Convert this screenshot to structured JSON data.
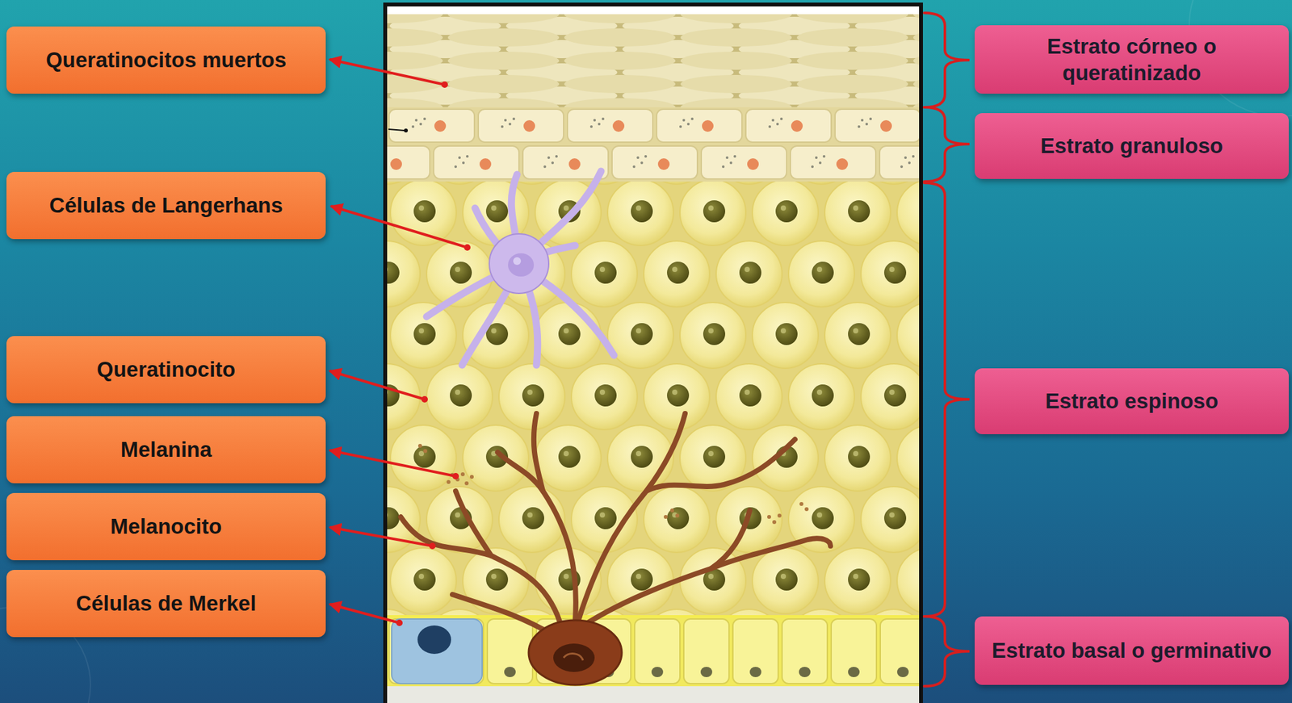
{
  "diagram": {
    "nodes": [
      {
        "text": [
          "Queratinocitos muertos"
        ]
      },
      {
        "text": [
          "Células de Langerhans"
        ]
      },
      {
        "text": [
          "Queratinocito"
        ]
      },
      {
        "text": [
          "Melanina"
        ]
      },
      {
        "text": [
          "Melanocito"
        ]
      },
      {
        "text": [
          "Células de Merkel"
        ]
      },
      {
        "text": [
          "Estrato córneo o queratinizado"
        ]
      },
      {
        "text": [
          "Estrato granuloso"
        ]
      },
      {
        "text": [
          "Estrato espinoso"
        ]
      },
      {
        "text": [
          "Estrato basal o germinativo"
        ]
      }
    ]
  }
}
